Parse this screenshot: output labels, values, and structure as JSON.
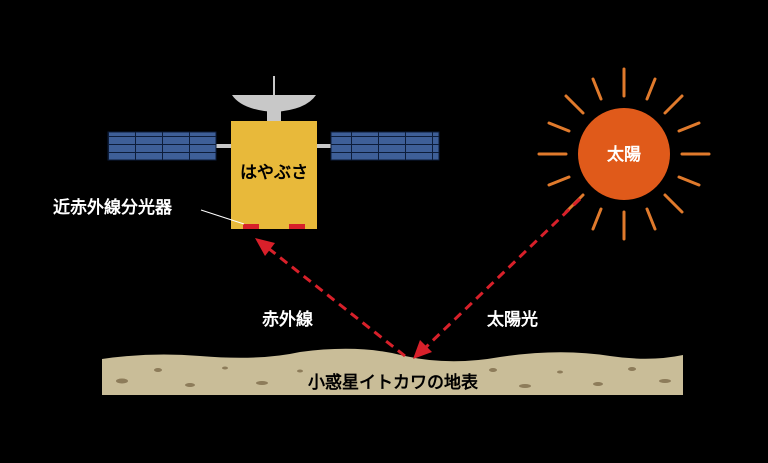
{
  "labels": {
    "satellite": "はやぶさ",
    "sun": "太陽",
    "spectrometer": "近赤外線分光器",
    "infrared": "赤外線",
    "sunlight": "太陽光",
    "surface": "小惑星イトカワの地表"
  },
  "colors": {
    "background": "#000000",
    "satellite_body": "#e8b93a",
    "solar_panel": "#3e5f98",
    "sun": "#e05a1a",
    "sun_rays": "#e07a2c",
    "arrow": "#d8202a",
    "ground": "#c9bd98",
    "ground_speckle": "#8d7c5a"
  }
}
